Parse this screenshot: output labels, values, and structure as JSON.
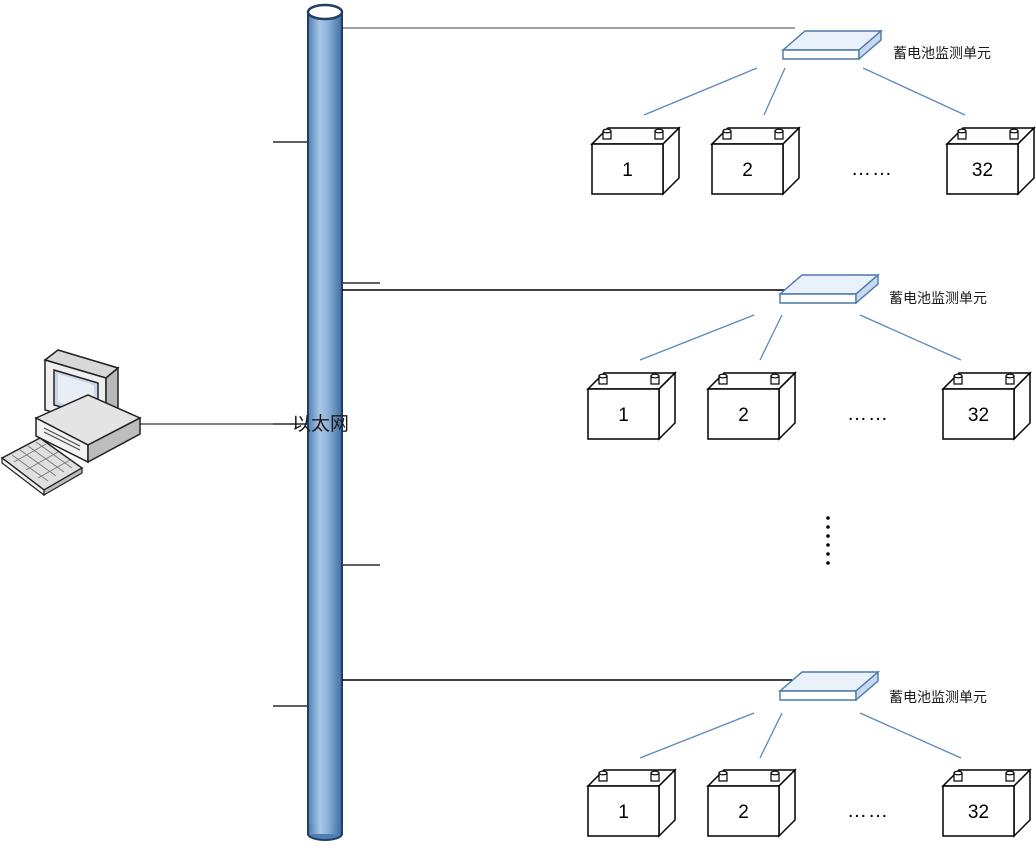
{
  "network": {
    "label": "以太网"
  },
  "groups": [
    {
      "unit_label": "蓄电池监测单元",
      "batteries": [
        "1",
        "2",
        "32"
      ],
      "ellipsis": "……"
    },
    {
      "unit_label": "蓄电池监测单元",
      "batteries": [
        "1",
        "2",
        "32"
      ],
      "ellipsis": "……"
    },
    {
      "unit_label": "蓄电池监测单元",
      "batteries": [
        "1",
        "2",
        "32"
      ],
      "ellipsis": "……"
    }
  ],
  "colors": {
    "bus_fill": "#7fa6cf",
    "bus_edge": "#1f3f66",
    "unit_fill": "#e9f1fa",
    "unit_edge": "#4a78aa",
    "link_line": "#5b88bd",
    "wire": "#000000"
  },
  "icons": [
    "computer-icon",
    "monitoring-unit-icon",
    "battery-icon"
  ]
}
